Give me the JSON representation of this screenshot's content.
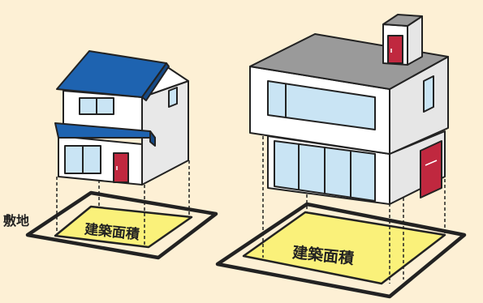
{
  "diagram": {
    "site_label": "敷地",
    "small_house": {
      "building_area_label": "建築面積"
    },
    "large_house": {
      "building_area_label": "建築面積"
    }
  },
  "colors": {
    "background": "#fdf0d5",
    "outline": "#222222",
    "wall": "#ffffff",
    "wall_shade": "#e6e6e6",
    "roof_blue": "#1e63b0",
    "roof_gray": "#9a9a9a",
    "window": "#c9e4f4",
    "door": "#c0283f",
    "building_area_fill": "#faf17a"
  }
}
